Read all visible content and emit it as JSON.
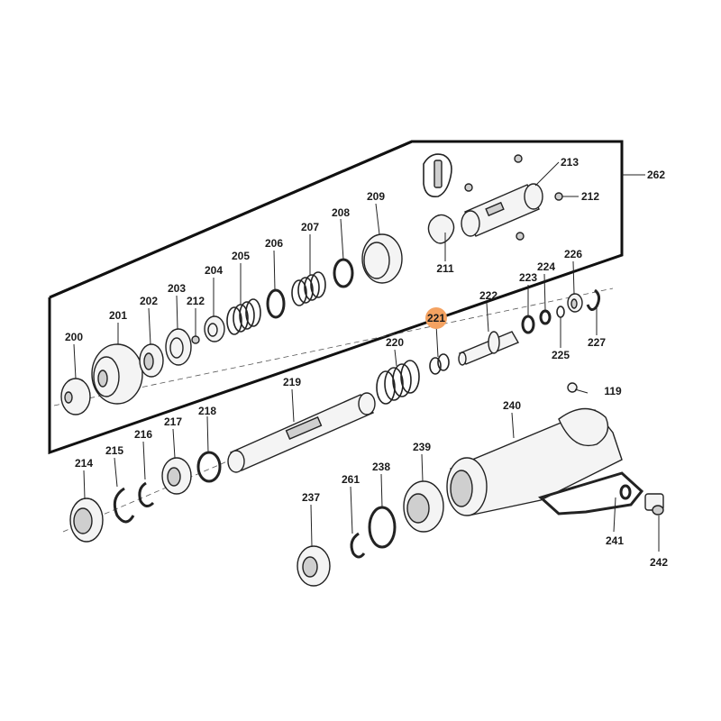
{
  "diagram": {
    "highlight_color": "#f4a261",
    "labels": {
      "l200": "200",
      "l201": "201",
      "l202": "202",
      "l203": "203",
      "l212a": "212",
      "l204": "204",
      "l205": "205",
      "l206": "206",
      "l207": "207",
      "l208": "208",
      "l209": "209",
      "l211": "211",
      "l212b": "212",
      "l213": "213",
      "l262": "262",
      "l214": "214",
      "l215": "215",
      "l216": "216",
      "l217": "217",
      "l218": "218",
      "l219": "219",
      "l220": "220",
      "l221": "221",
      "l222": "222",
      "l223": "223",
      "l224": "224",
      "l225": "225",
      "l226": "226",
      "l227": "227",
      "l119": "119",
      "l237": "237",
      "l238": "238",
      "l239": "239",
      "l240": "240",
      "l241": "241",
      "l242": "242",
      "l261": "261"
    }
  }
}
